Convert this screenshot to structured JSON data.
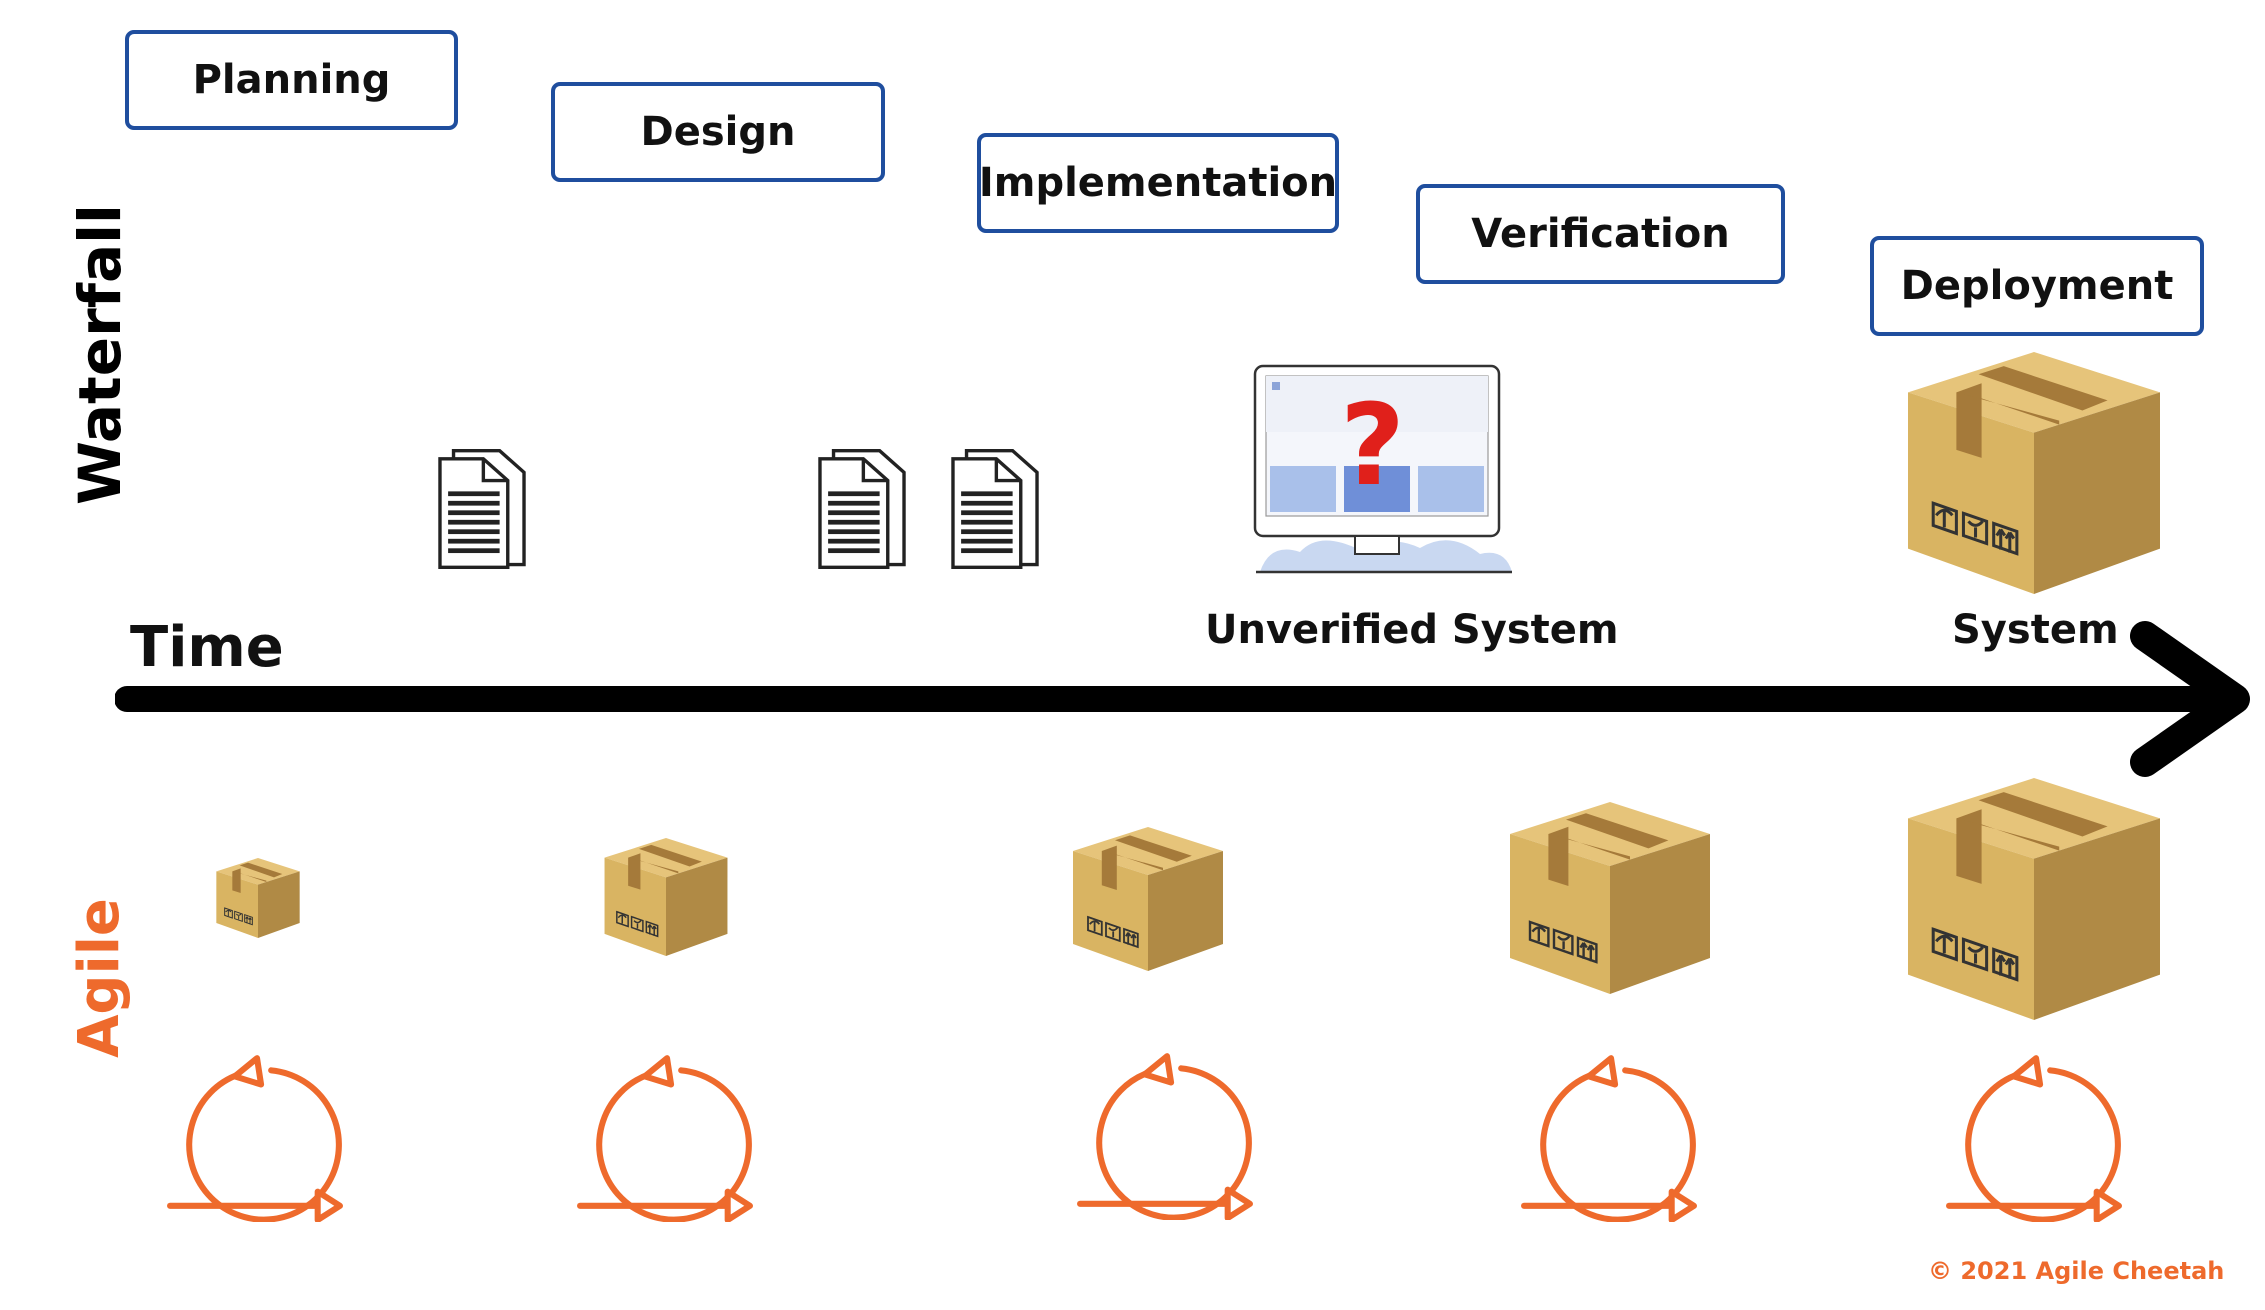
{
  "phases": {
    "planning": "Planning",
    "design": "Design",
    "implementation": "Implementation",
    "verification": "Verification",
    "deployment": "Deployment"
  },
  "rows": {
    "waterfall": "Waterfall",
    "agile": "Agile"
  },
  "timeline": {
    "label": "Time"
  },
  "outputs": {
    "unverified_system": "Unverified System",
    "system": "System"
  },
  "copyright": "© 2021 Agile Cheetah",
  "colors": {
    "phase_border": "#1f4e9e",
    "agile_orange": "#ee6a2c",
    "box_light": "#d9b462",
    "box_dark": "#b08a45",
    "tape": "#a57a3a",
    "question_red": "#e0201b"
  },
  "icons": {
    "documents": "document-icon",
    "monitor": "monitor-icon",
    "question": "question-mark-icon",
    "box": "package-box-icon",
    "cycle": "iteration-cycle-icon",
    "arrow": "timeline-arrow-icon"
  }
}
